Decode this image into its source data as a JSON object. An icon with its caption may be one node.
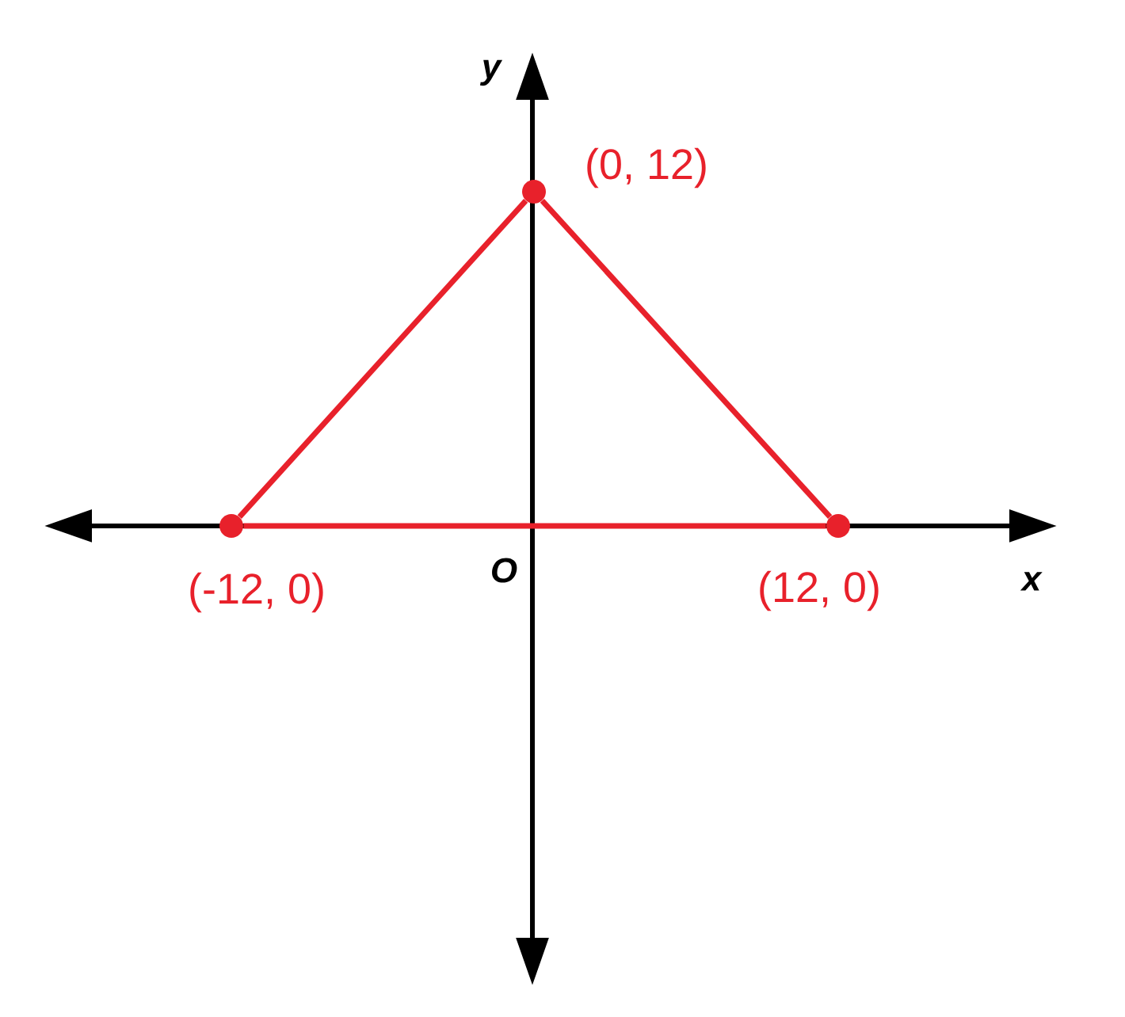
{
  "diagram": {
    "nodes": [
      {
        "text": [],
        "shape": "circle",
        "beside": [
          "(0, 12)"
        ]
      },
      {
        "text": [],
        "shape": "circle",
        "beside": [
          "(-12, 0)"
        ]
      },
      {
        "text": [],
        "shape": "circle",
        "beside": [
          "(12, 0)"
        ]
      }
    ],
    "edges": [
      {
        "from": 1,
        "to": 0,
        "arrow": "none",
        "color": "#e8212b"
      },
      {
        "from": 0,
        "to": 2,
        "arrow": "none",
        "color": "#e8212b"
      },
      {
        "from": 1,
        "to": 2,
        "arrow": "none",
        "color": "#e8212b"
      }
    ],
    "labels": [
      "y",
      "x",
      "O"
    ]
  }
}
